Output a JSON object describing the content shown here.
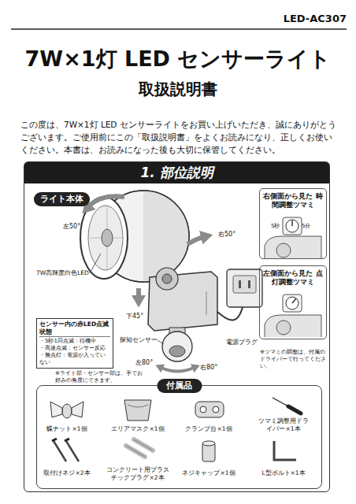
{
  "diagram": {
    "title": "7W×1灯 LED センサーライト",
    "nodes": [
      {
        "text": [
          "1. 部位説明"
        ]
      },
      {
        "text": [
          "ライト本体"
        ],
        "in": 0
      },
      {
        "text": [
          "右側面から見た 時間調整ツマミ"
        ],
        "in": 0
      },
      {
        "text": [
          "左側面から見た 点灯調整ツマミ"
        ],
        "in": 0
      },
      {
        "text": [
          "センサー内の赤LED点滅状態",
          "・5秒1回点滅：待機中",
          "・高速点滅：センサー反応",
          "・無点灯：電源が入っていない"
        ],
        "in": 0
      },
      {
        "text": [
          "付属品"
        ],
        "in": 0
      }
    ],
    "edges": [],
    "labels": [
      "LED-AC307",
      "取扱説明書",
      "この度は、7W×1灯 LED センサーライトをお買い上げいただき、誠にありがとうございます。ご使用前にこの「取扱説明書」をよくお読みになり、正しくお使いください。本書は、お読みになった後も大切に保管してください。",
      "左50°",
      "右50°",
      "7W高輝度白色LED",
      "下45°",
      "探知センサー",
      "左80°",
      "右80°",
      "電源プラグ",
      "※ツマミの調整は、付属のドライバーで行ってください。",
      "※ライト部・センサー部は、手でお好みの角度にできます。",
      "5秒",
      "5分",
      "蝶ナット×1個",
      "エリアマスク×1個",
      "クランプ台×1個",
      "ツマミ調整用ドライバー×1本",
      "取付けネジ×2本",
      "コンクリート用プラスチックプラグ×2本",
      "ネジキャップ×1個",
      "L型ボルト×1本"
    ]
  }
}
